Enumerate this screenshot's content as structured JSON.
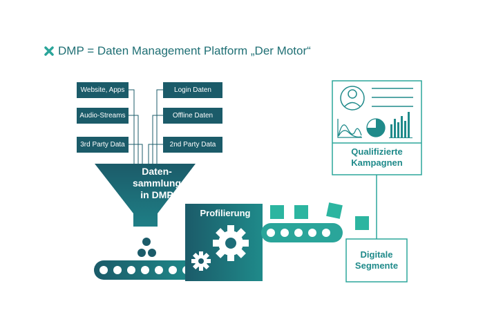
{
  "header": {
    "title": "DMP = Daten Management Platform „Der Motor“"
  },
  "sources": {
    "left": [
      "Website, Apps",
      "Audio-Streams",
      "3rd Party Data"
    ],
    "right": [
      "Login Daten",
      "Offline Daten",
      "2nd Party Data"
    ]
  },
  "funnel": {
    "label": "Daten-\nsammlung\nin DMP"
  },
  "processor": {
    "label": "Profilierung"
  },
  "outputs": {
    "campaigns": "Qualifizierte\nKampagnen",
    "segments": "Digitale\nSegmente"
  },
  "colors": {
    "accent": "#2aa59a",
    "dark": "#1b5b69",
    "teal": "#1f8a8a",
    "light_teal": "#2cb5a0"
  }
}
